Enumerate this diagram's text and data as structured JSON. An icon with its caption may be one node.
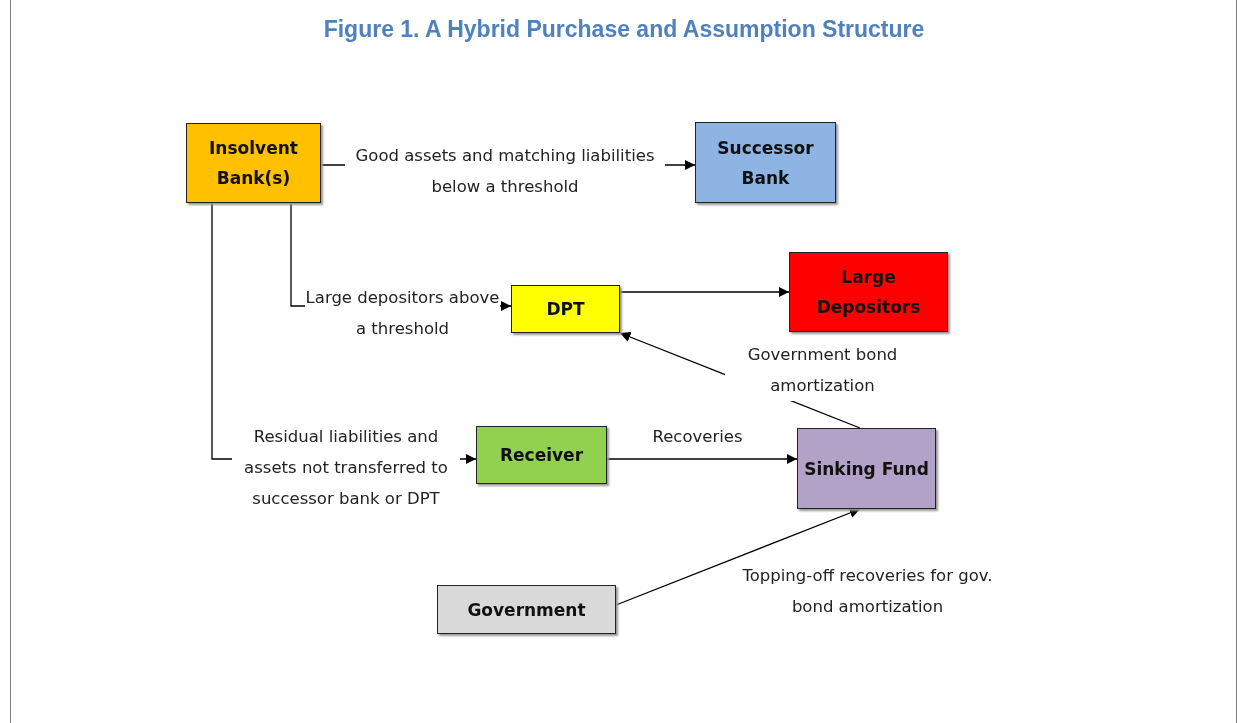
{
  "diagram": {
    "title": "Figure 1. A Hybrid Purchase and Assumption Structure",
    "nodes": [
      {
        "text": [
          "Insolvent Bank(s)"
        ]
      },
      {
        "text": [
          "Successor Bank"
        ]
      },
      {
        "text": [
          "DPT"
        ]
      },
      {
        "text": [
          "Large Depositors"
        ]
      },
      {
        "text": [
          "Receiver"
        ]
      },
      {
        "text": [
          "Sinking Fund"
        ]
      },
      {
        "text": [
          "Government"
        ]
      }
    ],
    "edges": [
      {
        "from": 0,
        "to": 1,
        "arrow": "to",
        "label": "Good assets and matching liabilities below a threshold"
      },
      {
        "from": 0,
        "to": 2,
        "arrow": "to",
        "label": "Large depositors above a threshold"
      },
      {
        "from": 2,
        "to": 3,
        "arrow": "to"
      },
      {
        "from": 0,
        "to": 4,
        "arrow": "to",
        "label": "Residual liabilities and assets not transferred to successor bank or DPT"
      },
      {
        "from": 4,
        "to": 5,
        "arrow": "to",
        "label": "Recoveries"
      },
      {
        "from": 5,
        "to": 2,
        "arrow": "to",
        "label": "Government bond amortization"
      },
      {
        "from": 6,
        "to": 5,
        "arrow": "to",
        "label": "Topping-off recoveries for gov. bond amortization"
      }
    ]
  }
}
